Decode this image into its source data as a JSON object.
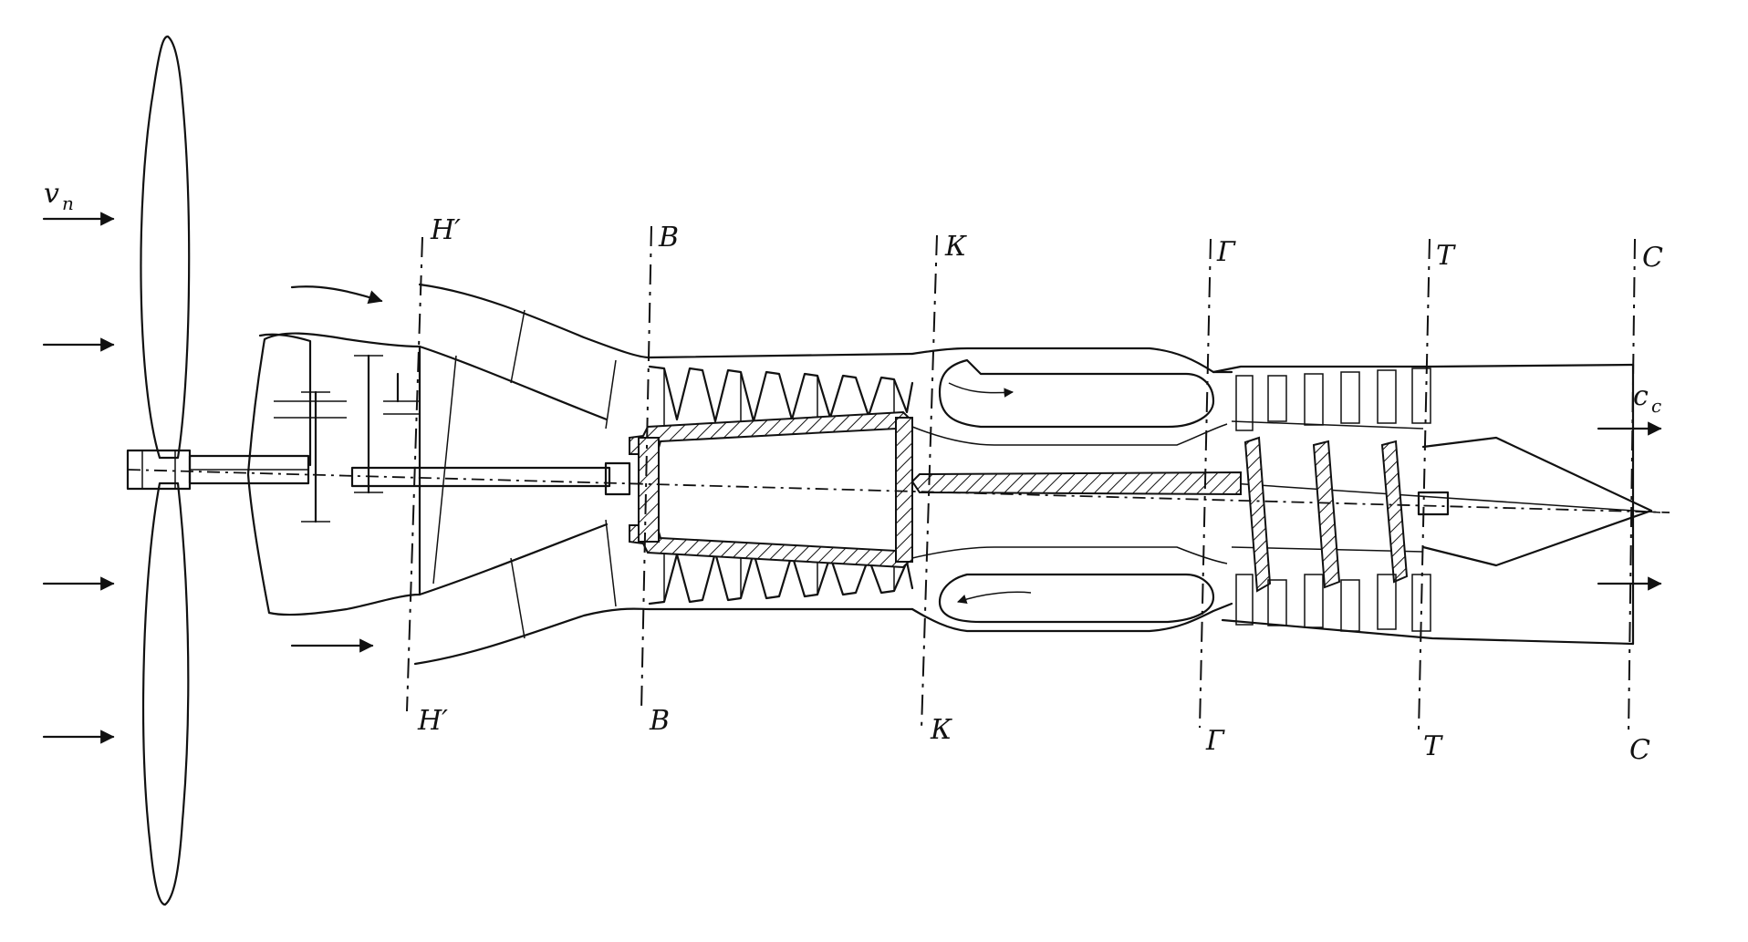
{
  "labels": {
    "flight_speed": "v",
    "flight_speed_sub": "п",
    "exhaust_speed": "c",
    "exhaust_speed_sub": "c",
    "section_h_top": "Н′",
    "section_h_bottom": "Н′",
    "section_v_top": "В",
    "section_v_bottom": "В",
    "section_k_top": "К",
    "section_k_bottom": "К",
    "section_g_top": "Г",
    "section_g_bottom": "Г",
    "section_t_top": "Т",
    "section_t_bottom": "Т",
    "section_s_top": "С",
    "section_s_bottom": "С"
  }
}
